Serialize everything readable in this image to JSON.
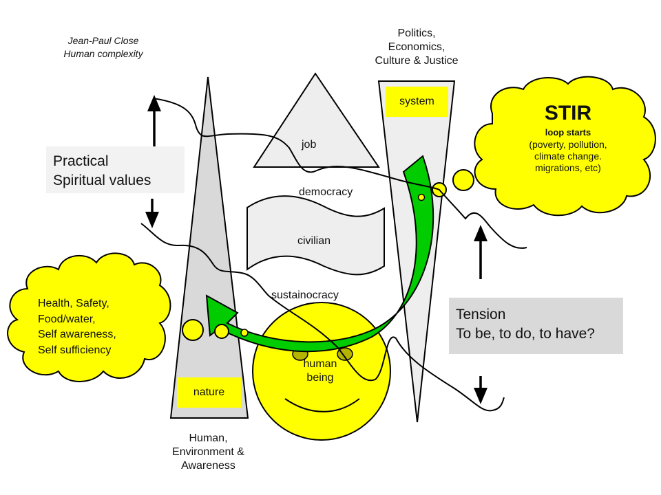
{
  "author": {
    "line1": "Jean-Paul Close",
    "line2": "Human complexity"
  },
  "pillars": {
    "system": {
      "label": "system",
      "heading": [
        "Politics,",
        "Economics,",
        "Culture & Justice"
      ]
    },
    "nature": {
      "label": "nature",
      "heading": [
        "Human,",
        "Environment &",
        "Awareness"
      ]
    }
  },
  "shapes": {
    "job": "job",
    "democracy": "democracy",
    "civilian": "civilian",
    "sustainocracy": "sustainocracy",
    "human_being": [
      "human",
      "being"
    ]
  },
  "boxes": {
    "practical": [
      "Practical",
      "Spiritual values"
    ],
    "tension": [
      "Tension",
      "To be, to do, to have?"
    ]
  },
  "clouds": {
    "stir": {
      "title": "STIR",
      "subtitle": "loop starts",
      "lines": [
        "(poverty, pollution,",
        "climate change.",
        "migrations, etc)"
      ]
    },
    "needs": {
      "lines": [
        "Health, Safety,",
        "Food/water,",
        "Self awareness,",
        "Self sufficiency"
      ]
    }
  },
  "colors": {
    "yellow": "#ffff00",
    "green_arrow": "#00cc00",
    "pillar_gray": "#d9d9d9",
    "light_gray": "#eeeeee",
    "eye": "#b5b500"
  }
}
